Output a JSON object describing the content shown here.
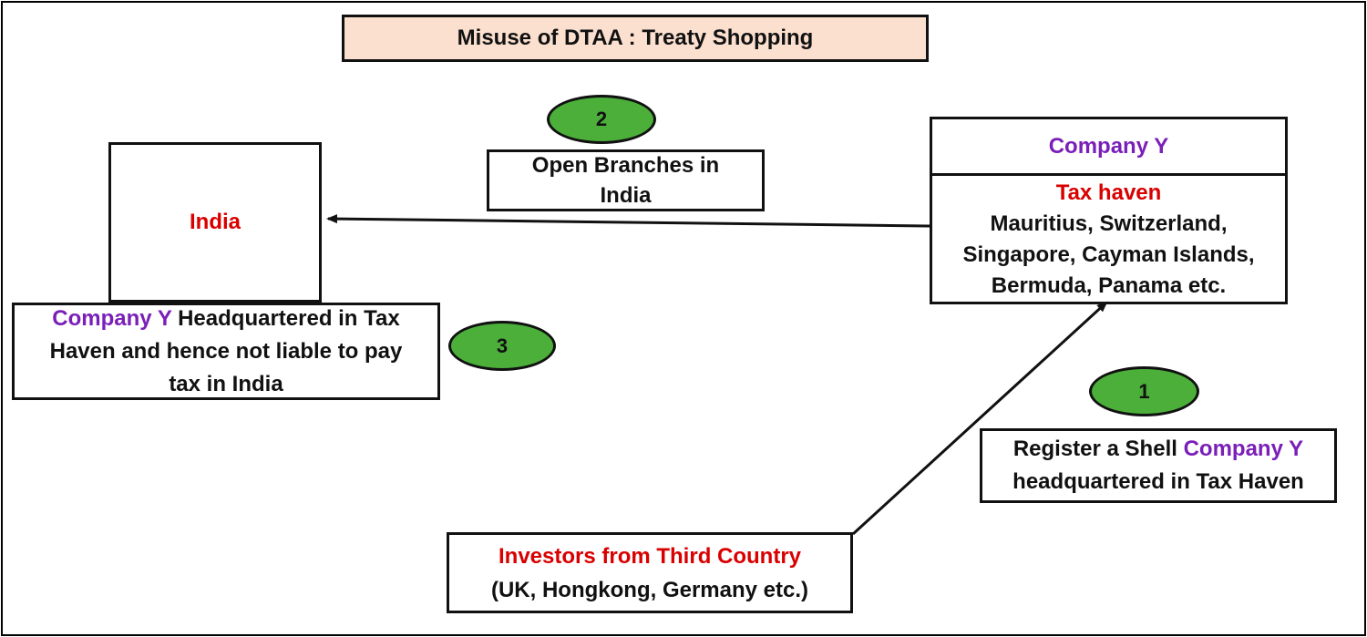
{
  "title": "Misuse of DTAA : Treaty Shopping",
  "india": {
    "label": "India"
  },
  "company_y": {
    "name": "Company Y",
    "tax_haven_label": "Tax haven",
    "countries_line1": "Mauritius, Switzerland,",
    "countries_line2": "Singapore, Cayman Islands,",
    "countries_line3": "Bermuda, Panama etc."
  },
  "step_2": {
    "number": "2",
    "line1": "Open Branches in",
    "line2": "India"
  },
  "step_3": {
    "number": "3",
    "company": "Company Y",
    "line1_rest": " Headquartered in Tax",
    "line2": "Haven and hence not liable to pay",
    "line3": "tax in India"
  },
  "step_1": {
    "number": "1",
    "line1_pre": "Register a Shell ",
    "company": "Company Y",
    "line2": "headquartered in Tax Haven"
  },
  "investors": {
    "line1": "Investors from Third Country",
    "line2": "(UK, Hongkong, Germany etc.)"
  },
  "colors": {
    "red": "#d90000",
    "purple": "#7a1fb8",
    "green_oval": "#4caf3a",
    "title_bg": "#fbe0d0"
  }
}
